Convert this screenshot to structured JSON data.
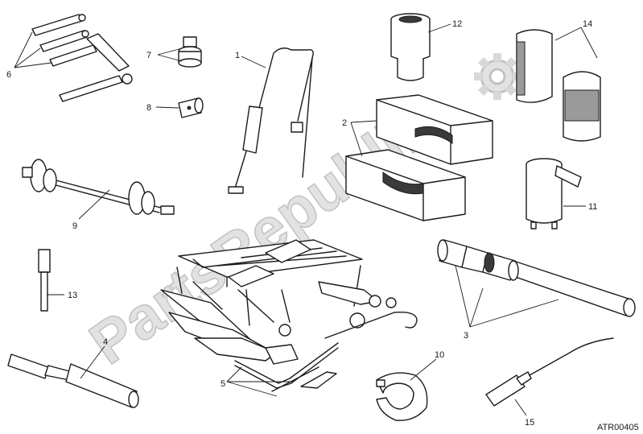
{
  "watermark": {
    "text": "PartsRepublik"
  },
  "drawing_code": "ATR00405",
  "callouts": [
    {
      "id": "c1",
      "label": "1"
    },
    {
      "id": "c2",
      "label": "2"
    },
    {
      "id": "c3",
      "label": "3"
    },
    {
      "id": "c4",
      "label": "4"
    },
    {
      "id": "c5",
      "label": "5"
    },
    {
      "id": "c6",
      "label": "6"
    },
    {
      "id": "c7",
      "label": "7"
    },
    {
      "id": "c8",
      "label": "8"
    },
    {
      "id": "c9",
      "label": "9"
    },
    {
      "id": "c10",
      "label": "10"
    },
    {
      "id": "c11",
      "label": "11"
    },
    {
      "id": "c12",
      "label": "12"
    },
    {
      "id": "c13",
      "label": "13"
    },
    {
      "id": "c14",
      "label": "14"
    },
    {
      "id": "c15",
      "label": "15"
    }
  ]
}
